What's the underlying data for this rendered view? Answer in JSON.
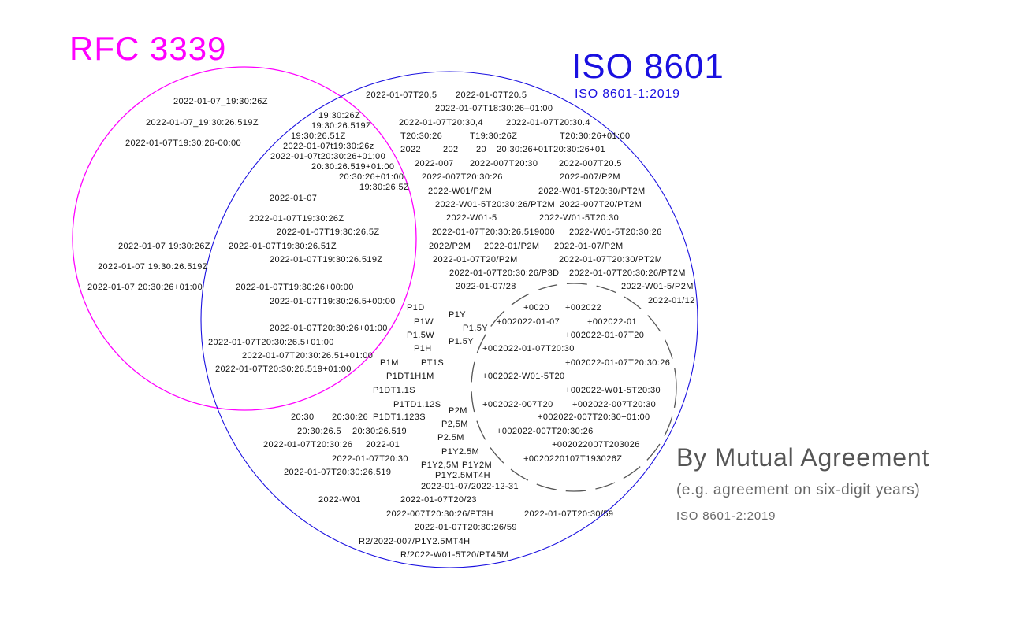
{
  "sets": {
    "rfc": {
      "title": "RFC 3339",
      "color": "#ff00ff"
    },
    "iso": {
      "title": "ISO 8601",
      "subtitle": "ISO 8601-1:2019",
      "color": "#1a10e0"
    },
    "mutual": {
      "title": "By Mutual Agreement",
      "subtitle": "(e.g. agreement on six-digit years)",
      "standard": "ISO 8601-2:2019",
      "color": "#666666"
    }
  },
  "labels": [
    "2022-01-07_19:30:26Z",
    "2022-01-07_19:30:26.519Z",
    "2022-01-07T19:30:26-00:00",
    "2022-01-07",
    "2022-01-07 19:30:26Z",
    "2022-01-07 19:30:26.519Z",
    "2022-01-07 20:30:26+01:00",
    "19:30:26Z",
    "19:30:26.519Z",
    "19:30:26.51Z",
    "2022-01-07t19:30:26z",
    "2022-01-07t20:30:26+01:00",
    "20:30:26.519+01:00",
    "20:30:26+01:00",
    "19:30:26.5Z",
    "2022-01-07T19:30:26Z",
    "2022-01-07T19:30:26.5Z",
    "2022-01-07T19:30:26.51Z",
    "2022-01-07T19:30:26.519Z",
    "2022-01-07T19:30:26+00:00",
    "2022-01-07T19:30:26.5+00:00",
    "2022-01-07T20:30:26+01:00",
    "2022-01-07T20:30:26.5+01:00",
    "2022-01-07T20:30:26.51+01:00",
    "2022-01-07T20:30:26.519+01:00",
    "2022-01-07T20,5",
    "2022-01-07T20.5",
    "2022-01-07T18:30:26–01:00",
    "2022-01-07T20:30,4",
    "2022-01-07T20:30.4",
    "T20:30:26",
    "T19:30:26Z",
    "T20:30:26+01:00",
    "2022",
    "202",
    "20",
    "20:30:26+01",
    "T20:30:26+01",
    "2022-007",
    "2022-007T20:30",
    "2022-007T20.5",
    "2022-007T20:30:26",
    "2022-007/P2M",
    "2022-W01/P2M",
    "2022-W01-5T20:30/PT2M",
    "2022-W01-5T20:30:26/PT2M",
    "2022-007T20/PT2M",
    "2022-W01-5",
    "2022-W01-5T20:30",
    "2022-01-07T20:30:26.519000",
    "2022-W01-5T20:30:26",
    "2022/P2M",
    "2022-01/P2M",
    "2022-01-07/P2M",
    "2022-01-07T20/P2M",
    "2022-01-07T20:30/PT2M",
    "2022-01-07T20:30:26/P3D",
    "2022-01-07T20:30:26/PT2M",
    "2022-01-07/28",
    "2022-W01-5/P2M",
    "2022-01/12",
    "P1D",
    "P1Y",
    "P1W",
    "P1,5Y",
    "P1.5W",
    "P1.5Y",
    "P1H",
    "P1M",
    "PT1S",
    "P1DT1H1M",
    "P1DT1.1S",
    "P1TD1.12S",
    "P2M",
    "P1DT1.123S",
    "P2,5M",
    "P2.5M",
    "P1Y2.5M",
    "P1Y2,5M",
    "P1Y2M",
    "P1Y2.5MT4H",
    "20:30",
    "20:30:26",
    "20:30:26.5",
    "20:30:26.519",
    "2022-01-07T20:30:26",
    "2022-01",
    "2022-01-07T20:30",
    "2022-01-07T20:30:26.519",
    "2022-01-07/2022-12-31",
    "2022-W01",
    "2022-01-07T20/23",
    "2022-007T20:30:26/PT3H",
    "2022-01-07T20:30/59",
    "2022-01-07T20:30:26/59",
    "R2/2022-007/P1Y2.5MT4H",
    "R/2022-W01-5T20/PT45M",
    "+0020",
    "+002022",
    "+002022-01-07",
    "+002022-01",
    "+002022-01-07T20",
    "+002022-01-07T20:30",
    "+002022-01-07T20:30:26",
    "+002022-W01-5T20",
    "+002022-W01-5T20:30",
    "+002022-007T20",
    "+002022-007T20:30",
    "+002022-007T20:30+01:00",
    "+002022-007T20:30:26",
    "+002022007T203026",
    "+0020220107T193026Z"
  ]
}
